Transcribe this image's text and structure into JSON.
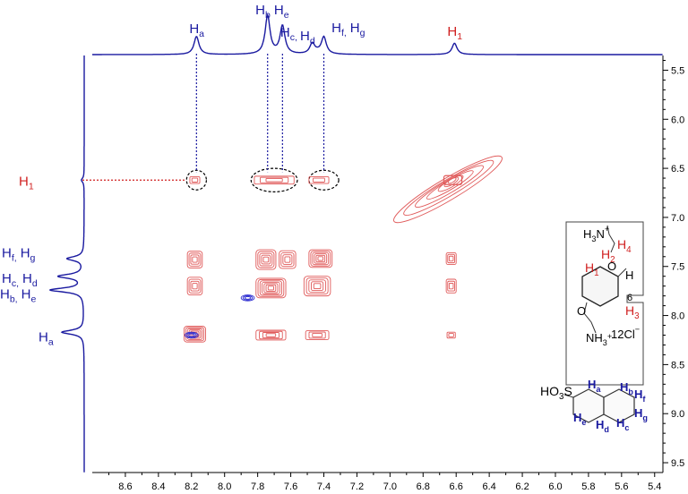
{
  "chart_data": {
    "type": "heatmap",
    "subtype": "2D NOESY NMR contour spectrum",
    "x_axis": {
      "range": [
        8.8,
        5.35
      ],
      "reversed": true,
      "ticks": [
        8.6,
        8.4,
        8.2,
        8.0,
        7.8,
        7.6,
        7.4,
        7.2,
        7.0,
        6.8,
        6.6,
        6.4,
        6.2,
        6.0,
        5.8,
        5.6,
        5.4
      ],
      "tick_labels": [
        "8.6",
        "8.4",
        "8.2",
        "8.0",
        "7.8",
        "7.6",
        "7.4",
        "7.2",
        "7.0",
        "6.8",
        "6.6",
        "6.4",
        "6.2",
        "6.0",
        "5.8",
        "5.6",
        "5.4"
      ]
    },
    "y_axis": {
      "range": [
        5.35,
        9.6
      ],
      "position": "right",
      "ticks": [
        5.5,
        6.0,
        6.5,
        7.0,
        7.5,
        8.0,
        8.5,
        9.0,
        9.5
      ],
      "tick_labels": [
        "5.5",
        "6.0",
        "6.5",
        "7.0",
        "7.5",
        "8.0",
        "8.5",
        "9.0",
        "9.5"
      ]
    },
    "grid": false,
    "colors": {
      "axis": "#1a1aa0",
      "host": "#d01f1f",
      "guest": "#1a1aa0",
      "cross_peak": "#e05a5a",
      "negative": "#2a2ad0"
    },
    "top_peaks": [
      {
        "label": "Ha",
        "main": "H",
        "sub": "a",
        "ppm": 8.17,
        "height": 0.45,
        "color": "guest"
      },
      {
        "label": "Hb, He",
        "main": "H",
        "sub": "b",
        "main2": "H",
        "sub2": "e",
        "ppm": 7.74,
        "height": 0.95,
        "color": "guest"
      },
      {
        "label": "Hc",
        "main": "H",
        "sub": "c,",
        "ppm": 7.65,
        "height": 0.7,
        "color": "guest"
      },
      {
        "label": "Hd",
        "main": "H",
        "sub": "d",
        "ppm": 7.47,
        "height": 0.25,
        "color": "guest"
      },
      {
        "label": "Hf, Hg",
        "main": "H",
        "sub": "f,",
        "main2": "H",
        "sub2": "g",
        "ppm": 7.4,
        "height": 0.42,
        "color": "guest"
      },
      {
        "label": "H1",
        "main": "H",
        "sub": "1",
        "ppm": 6.61,
        "height": 0.28,
        "color": "host"
      }
    ],
    "left_peaks": [
      {
        "label": "H1",
        "main": "H",
        "sub": "1",
        "ppm": 6.62,
        "height": 0.05,
        "color": "host"
      },
      {
        "label": "Hf, Hg",
        "main": "H",
        "sub": "f,",
        "main2": "H",
        "sub2": "g",
        "ppm": 7.42,
        "height": 0.3,
        "color": "guest"
      },
      {
        "label": "Hc, Hd",
        "main": "H",
        "sub": "c,",
        "main2": "H",
        "sub2": "d",
        "ppm": 7.6,
        "height": 0.45,
        "color": "guest"
      },
      {
        "label": "Hb, He",
        "main": "H",
        "sub": "b,",
        "main2": "H",
        "sub2": "e",
        "ppm": 7.74,
        "height": 0.6,
        "color": "guest"
      },
      {
        "label": "Ha",
        "main": "H",
        "sub": "a",
        "ppm": 8.17,
        "height": 0.4,
        "color": "guest"
      }
    ],
    "guide_lines": {
      "vertical_ppm": [
        8.17,
        7.74,
        7.65,
        7.4
      ],
      "horizontal_ppm": 6.62,
      "highlight_ellipses": [
        {
          "x": 8.17,
          "y": 6.62,
          "rx": 0.06,
          "ry": 0.1
        },
        {
          "x": 7.7,
          "y": 6.62,
          "rx": 0.14,
          "ry": 0.12
        },
        {
          "x": 7.4,
          "y": 6.62,
          "rx": 0.09,
          "ry": 0.1
        }
      ]
    },
    "cross_peaks": [
      {
        "x": 8.18,
        "y": 7.43,
        "rx": 0.045,
        "ry": 0.085,
        "levels": 4
      },
      {
        "x": 7.75,
        "y": 7.43,
        "rx": 0.06,
        "ry": 0.1,
        "levels": 5
      },
      {
        "x": 7.62,
        "y": 7.43,
        "rx": 0.05,
        "ry": 0.09,
        "levels": 4
      },
      {
        "x": 7.42,
        "y": 7.42,
        "rx": 0.07,
        "ry": 0.09,
        "levels": 6
      },
      {
        "x": 8.18,
        "y": 7.7,
        "rx": 0.045,
        "ry": 0.09,
        "levels": 4
      },
      {
        "x": 7.72,
        "y": 7.72,
        "rx": 0.09,
        "ry": 0.1,
        "levels": 7
      },
      {
        "x": 7.44,
        "y": 7.7,
        "rx": 0.08,
        "ry": 0.1,
        "levels": 5
      },
      {
        "x": 8.18,
        "y": 8.19,
        "rx": 0.065,
        "ry": 0.08,
        "levels": 6
      },
      {
        "x": 7.72,
        "y": 8.2,
        "rx": 0.09,
        "ry": 0.05,
        "levels": 4
      },
      {
        "x": 7.44,
        "y": 8.2,
        "rx": 0.07,
        "ry": 0.045,
        "levels": 3
      },
      {
        "x": 7.7,
        "y": 6.62,
        "rx": 0.12,
        "ry": 0.04,
        "levels": 3
      },
      {
        "x": 8.18,
        "y": 6.62,
        "rx": 0.03,
        "ry": 0.035,
        "levels": 2
      },
      {
        "x": 7.43,
        "y": 6.62,
        "rx": 0.06,
        "ry": 0.035,
        "levels": 2
      },
      {
        "x": 6.63,
        "y": 7.42,
        "rx": 0.03,
        "ry": 0.06,
        "levels": 3
      },
      {
        "x": 6.63,
        "y": 7.7,
        "rx": 0.03,
        "ry": 0.07,
        "levels": 3
      },
      {
        "x": 6.63,
        "y": 8.2,
        "rx": 0.025,
        "ry": 0.03,
        "levels": 2
      }
    ],
    "negative_peaks": [
      {
        "x": 8.2,
        "y": 8.2,
        "rx": 0.04,
        "ry": 0.03
      },
      {
        "x": 7.86,
        "y": 7.82,
        "rx": 0.04,
        "ry": 0.03
      }
    ],
    "diagonal_peak": {
      "x": 6.62,
      "y": 6.62
    },
    "host_structure": {
      "lines": [
        {
          "main": "H",
          "sub": "3",
          "suffix": "N",
          "sup": "+"
        },
        {
          "main": "H",
          "sub": "4"
        },
        {
          "main": "H",
          "sub": "2"
        },
        {
          "main": "O"
        },
        {
          "main": "H",
          "sub": "1"
        },
        {
          "main": "H"
        },
        {
          "main": "6"
        },
        {
          "main": "H",
          "sub": "3"
        },
        {
          "main": "O"
        },
        {
          "main": "NH",
          "sub": "3",
          "sup": "+"
        },
        {
          "main": "12Cl",
          "sup": "−"
        }
      ]
    },
    "guest_structure": {
      "lines": [
        {
          "main": "HO",
          "sub": "3",
          "suffix": "S"
        },
        {
          "main": "H",
          "sub": "a"
        },
        {
          "main": "H",
          "sub": "b"
        },
        {
          "main": "H",
          "sub": "f"
        },
        {
          "main": "H",
          "sub": "g"
        },
        {
          "main": "H",
          "sub": "e"
        },
        {
          "main": "H",
          "sub": "d"
        },
        {
          "main": "H",
          "sub": "c"
        }
      ]
    }
  }
}
